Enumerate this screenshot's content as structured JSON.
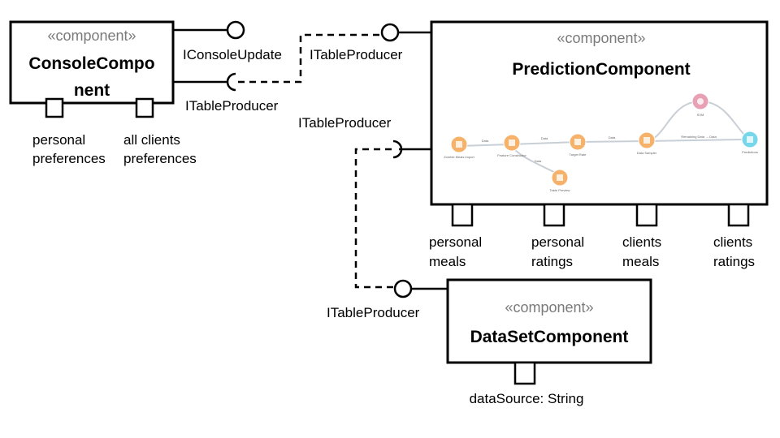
{
  "stereotype": "«component»",
  "console": {
    "name_line1": "ConsoleCompo",
    "name_line2": "nent",
    "port_left_label": [
      "personal",
      "preferences"
    ],
    "port_right_label": [
      "all clients",
      "preferences"
    ],
    "provided_interface": "IConsoleUpdate",
    "required_interface": "ITableProducer"
  },
  "prediction": {
    "name": "PredictionComponent",
    "provided_interface": "ITableProducer",
    "required_interface": "ITableProducer",
    "ports": [
      [
        "personal",
        "meals"
      ],
      [
        "personal",
        "ratings"
      ],
      [
        "clients",
        "meals"
      ],
      [
        "clients",
        "ratings"
      ]
    ],
    "workflow": {
      "nodes": [
        "Zombie Meals Import",
        "Feature Constructor",
        "Target Rate",
        "Data Sampler",
        "SVM",
        "Predictions",
        "Table Preview"
      ],
      "edge_labels": [
        "Data",
        "Data",
        "Data",
        "Data",
        "Remaining Data → Data"
      ],
      "colors": {
        "orange": "#f6b26b",
        "teal": "#76d7ea",
        "pink": "#e8a0b4"
      }
    }
  },
  "dataset": {
    "name": "DataSetComponent",
    "provided_interface": "ITableProducer",
    "port_label": "dataSource: String"
  }
}
